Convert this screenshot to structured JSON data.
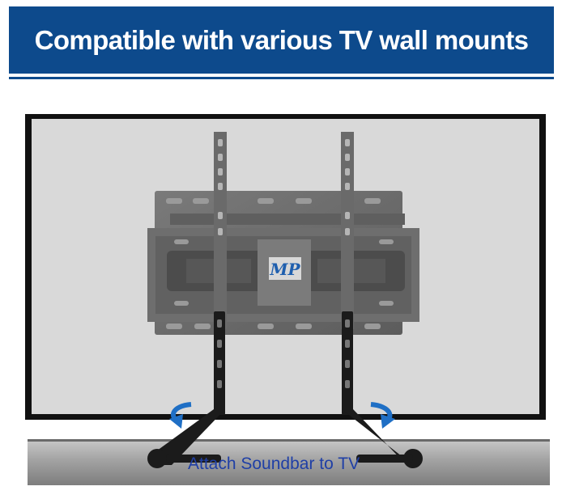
{
  "banner": {
    "title": "Compatible with various TV wall mounts",
    "background_color": "#0d4a8c",
    "text_color": "#ffffff"
  },
  "tv": {
    "frame_color": "#111111",
    "screen_color": "#d9d9d9"
  },
  "mount": {
    "color": "#6a6a6a",
    "logo_text": "MP",
    "logo_color": "#1f5fae"
  },
  "brackets": {
    "color": "#1b1b1b"
  },
  "rotation_arrows": {
    "icon": "rotate-arrow",
    "color": "#1f6fc5"
  },
  "soundbar": {
    "label": "Attach Soundbar to TV",
    "label_color": "#1f3fa6",
    "color": "#9a9a9a"
  }
}
